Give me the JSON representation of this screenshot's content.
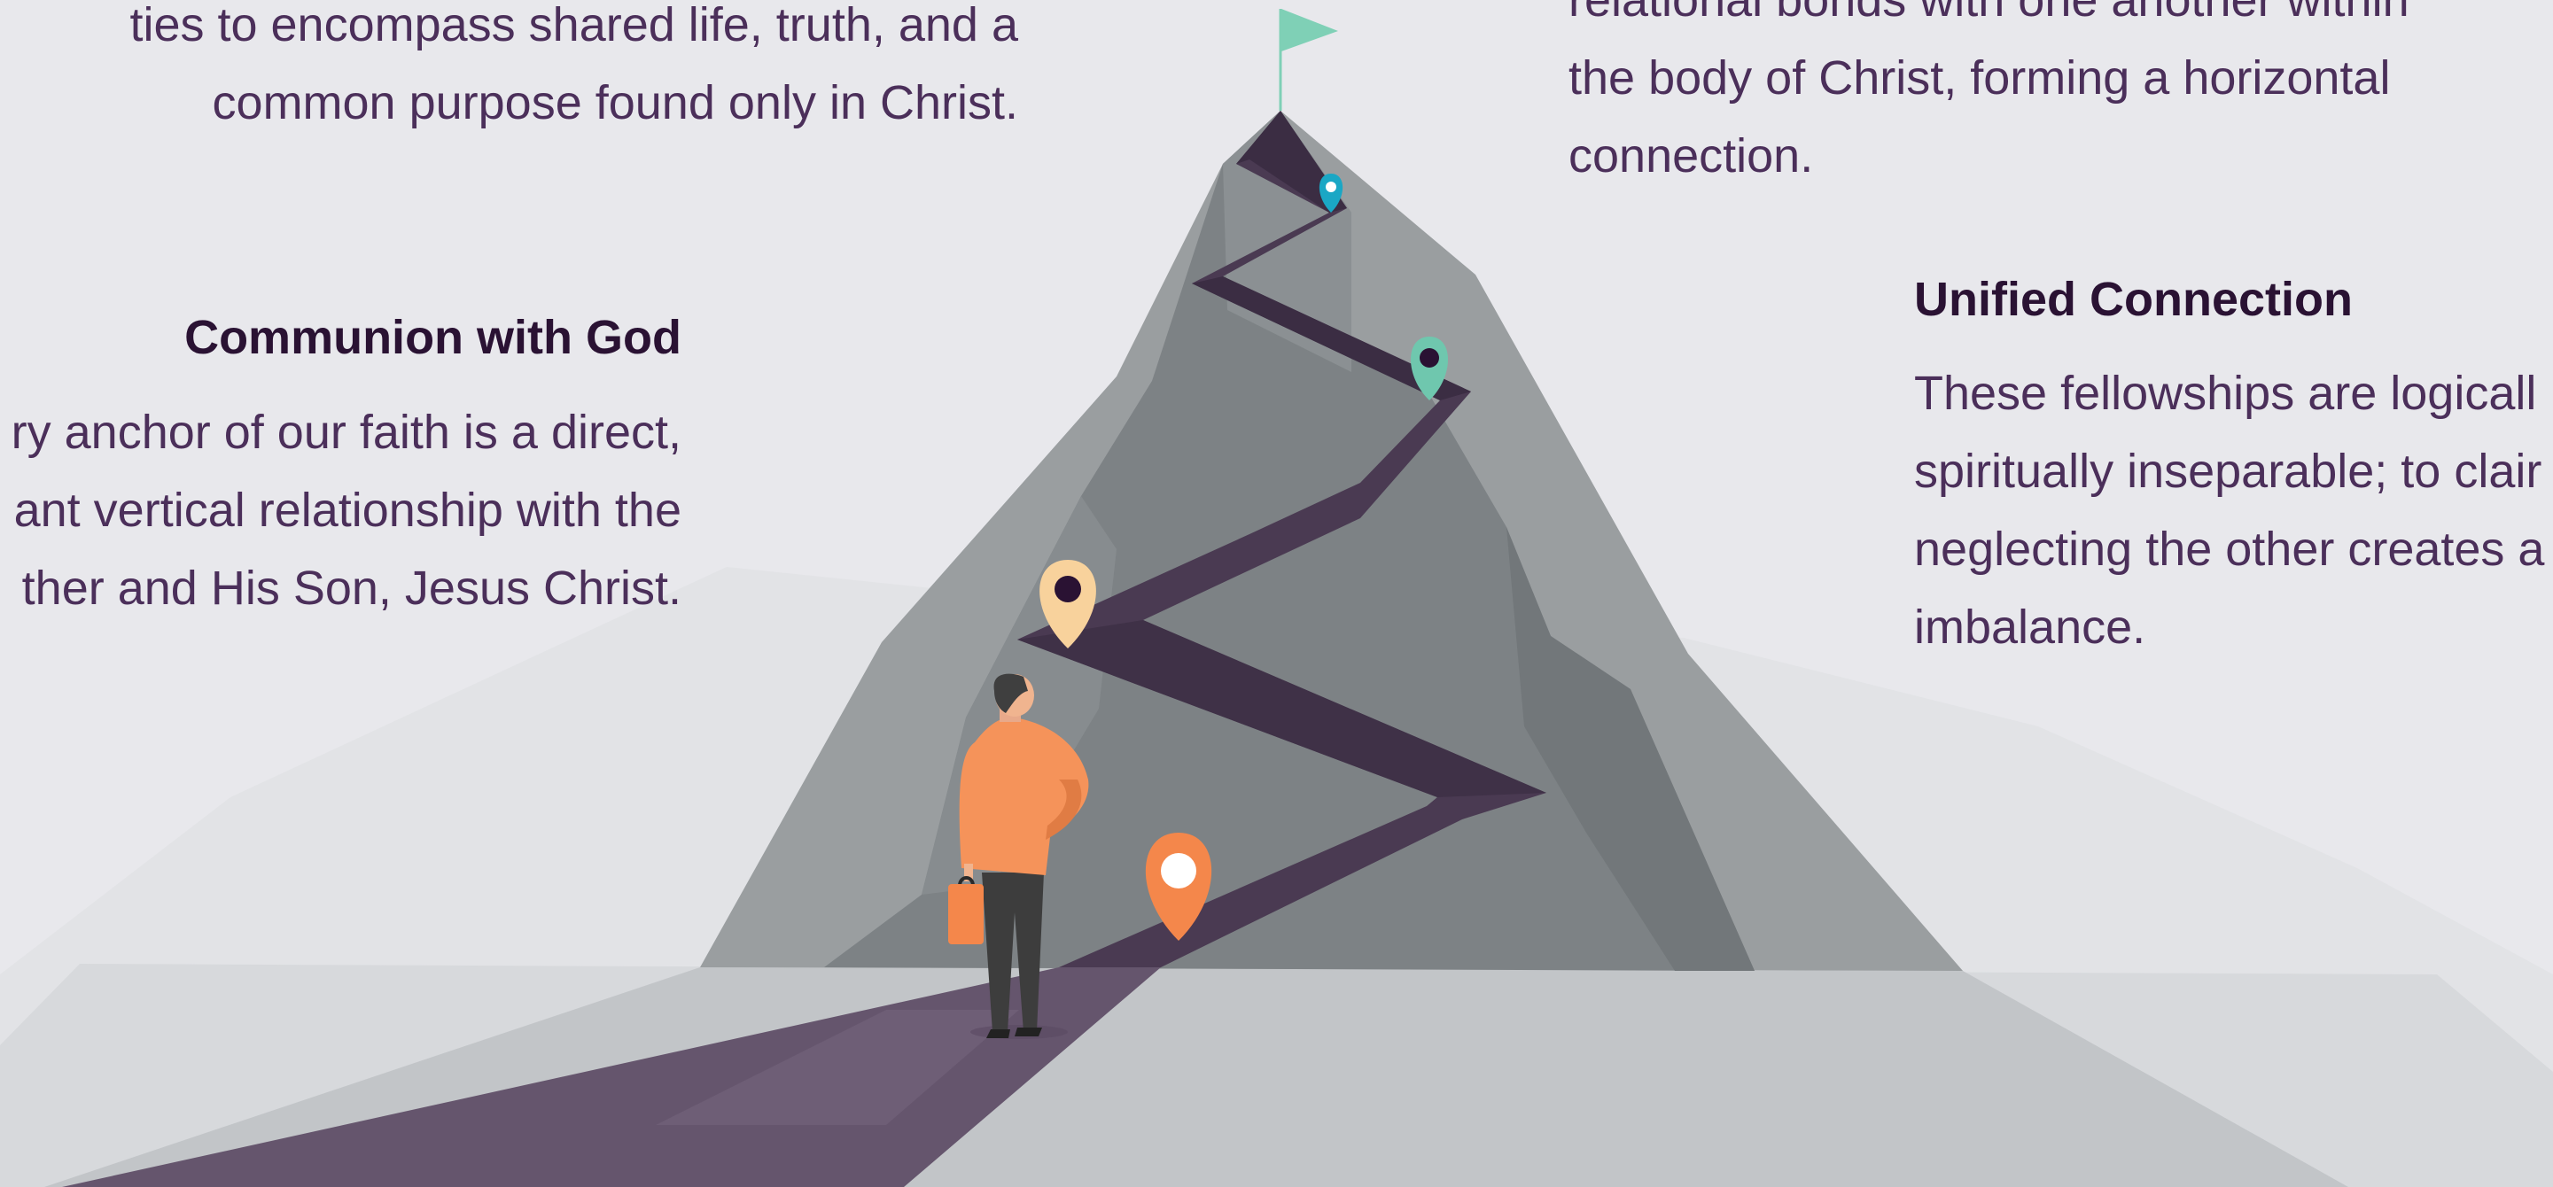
{
  "top_left": {
    "lines": [
      "ties to encompass shared life, truth, and a",
      "common purpose found only in Christ."
    ]
  },
  "top_right": {
    "lines": [
      "relational bonds with one another within",
      "the body of Christ, forming a horizontal",
      "connection."
    ]
  },
  "communion": {
    "title": "Communion with God",
    "lines": [
      "ry anchor of our faith is a direct,",
      "ant vertical relationship with the",
      "ther and His Son, Jesus Christ."
    ]
  },
  "unified": {
    "title": "Unified Connection",
    "lines": [
      "These fellowships are logicall",
      "spiritually inseparable; to clair",
      "neglecting the other creates a",
      "imbalance."
    ]
  },
  "illustration": {
    "icons": [
      "mountain-icon",
      "flag-icon",
      "map-pin-icon",
      "person-icon",
      "briefcase-icon"
    ],
    "colors": {
      "background": "#e8e8ec",
      "mountain_light": "#9a9ea0",
      "mountain_dark": "#7a7f82",
      "path": "#4a3a52",
      "ground": "#c2c5c8",
      "road": "#65556d",
      "flag": "#7fd0b6",
      "pin_cyan": "#1aa7c5",
      "pin_teal": "#6fc7ae",
      "pin_peach": "#f8d29c",
      "pin_orange": "#f4874b",
      "shirt": "#f5935a",
      "pants": "#3d3d3d"
    }
  }
}
